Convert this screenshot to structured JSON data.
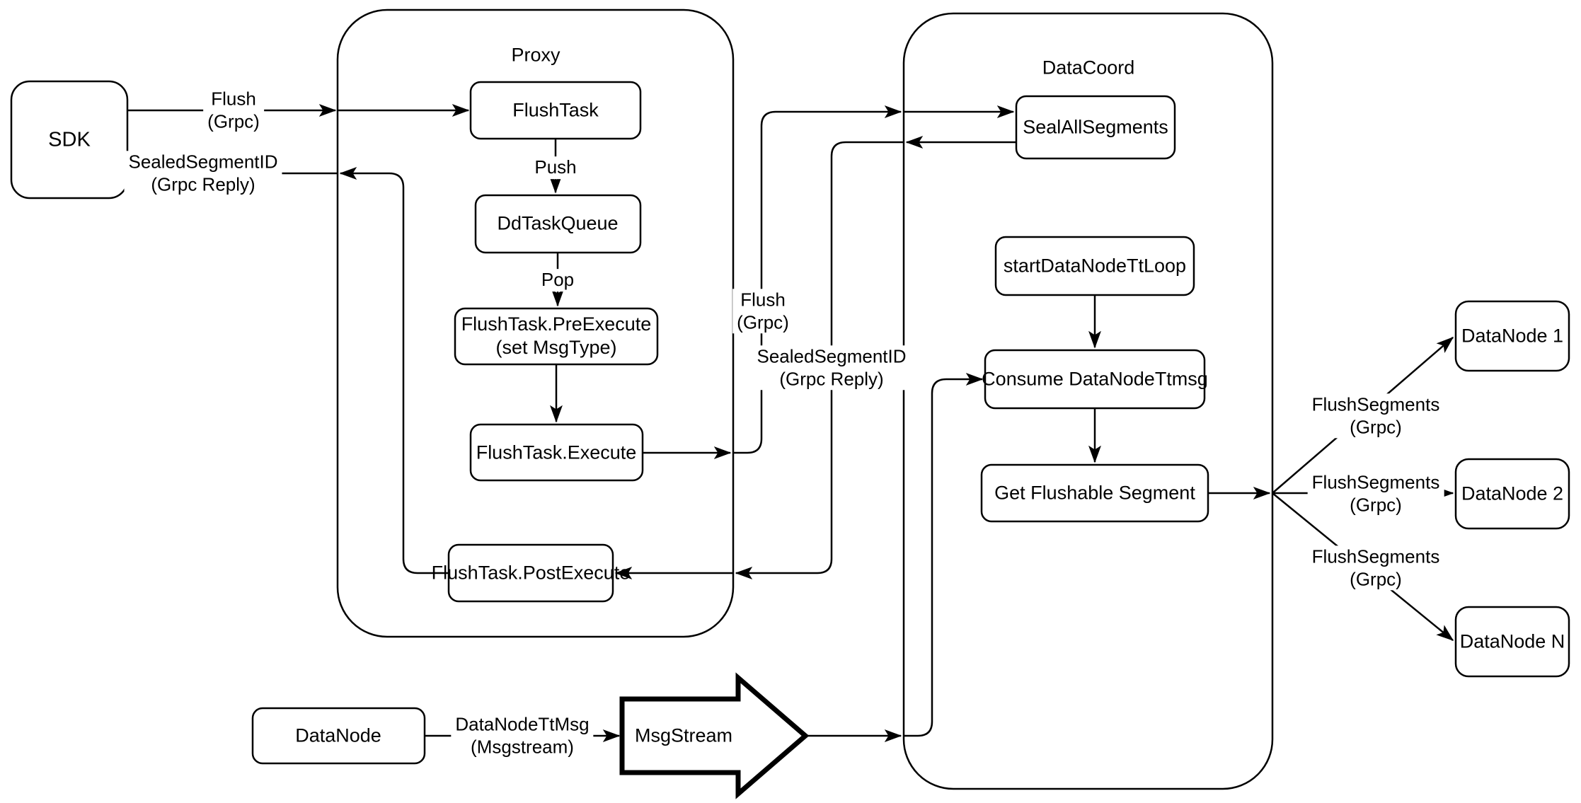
{
  "colors": {
    "background": "#ffffff",
    "stroke": "#000000",
    "node_fill": "#ffffff"
  },
  "containers": {
    "proxy": {
      "title": "Proxy"
    },
    "datacoord": {
      "title": "DataCoord"
    }
  },
  "nodes": {
    "sdk": "SDK",
    "flush_task": "FlushTask",
    "dd_task_queue": "DdTaskQueue",
    "pre_execute": [
      "FlushTask.PreExecute",
      "(set MsgType)"
    ],
    "execute": "FlushTask.Execute",
    "post_execute": "FlushTask.PostExecute",
    "seal_all_segments": "SealAllSegments",
    "start_datanode_tt_loop": "startDataNodeTtLoop",
    "consume_datanode_ttmsg": "Consume DataNodeTtmsg",
    "get_flushable_segment": "Get Flushable Segment",
    "datanode_1": "DataNode 1",
    "datanode_2": "DataNode 2",
    "datanode_n": "DataNode N",
    "datanode_source": "DataNode",
    "msgstream": "MsgStream"
  },
  "edge_labels": {
    "flush_grpc_sdk": [
      "Flush",
      "(Grpc)"
    ],
    "sealed_segment_id_sdk": [
      "SealedSegmentID",
      "(Grpc Reply)"
    ],
    "push": "Push",
    "pop": "Pop",
    "flush_grpc_mid": [
      "Flush",
      "(Grpc)"
    ],
    "sealed_segment_id_mid": [
      "SealedSegmentID",
      "(Grpc Reply)"
    ],
    "flush_segments_1": [
      "FlushSegments",
      "(Grpc)"
    ],
    "flush_segments_2": [
      "FlushSegments",
      "(Grpc)"
    ],
    "flush_segments_3": [
      "FlushSegments",
      "(Grpc)"
    ],
    "datanode_tt_msg": [
      "DataNodeTtMsg",
      "(Msgstream)"
    ]
  }
}
